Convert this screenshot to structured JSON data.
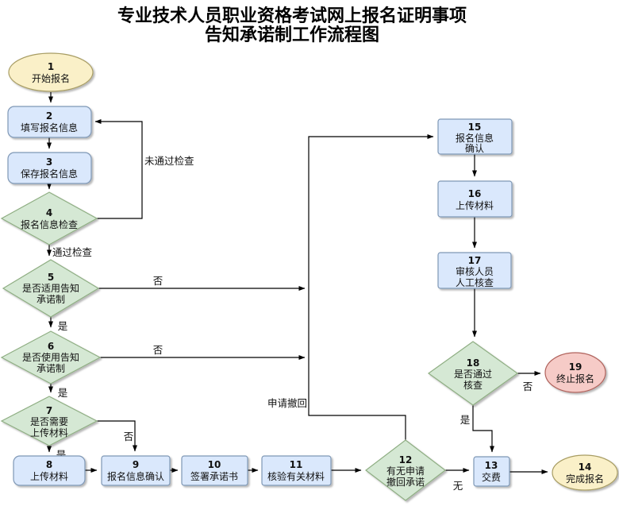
{
  "title": {
    "line1": "专业技术人员职业资格考试网上报名证明事项",
    "line2": "告知承诺制工作流程图"
  },
  "nodes": {
    "n1": {
      "num": "1",
      "lines": [
        "开始报名"
      ]
    },
    "n2": {
      "num": "2",
      "lines": [
        "填写报名信息"
      ]
    },
    "n3": {
      "num": "3",
      "lines": [
        "保存报名信息"
      ]
    },
    "n4": {
      "num": "4",
      "lines": [
        "报名信息检查"
      ]
    },
    "n5": {
      "num": "5",
      "lines": [
        "是否适用告知",
        "承诺制"
      ]
    },
    "n6": {
      "num": "6",
      "lines": [
        "是否使用告知",
        "承诺制"
      ]
    },
    "n7": {
      "num": "7",
      "lines": [
        "是否需要",
        "上传材料"
      ]
    },
    "n8": {
      "num": "8",
      "lines": [
        "上传材料"
      ]
    },
    "n9": {
      "num": "9",
      "lines": [
        "报名信息确认"
      ]
    },
    "n10": {
      "num": "10",
      "lines": [
        "签署承诺书"
      ]
    },
    "n11": {
      "num": "11",
      "lines": [
        "核验有关材料"
      ]
    },
    "n12": {
      "num": "12",
      "lines": [
        "有无申请",
        "撤回承诺"
      ]
    },
    "n13": {
      "num": "13",
      "lines": [
        "交费"
      ]
    },
    "n14": {
      "num": "14",
      "lines": [
        "完成报名"
      ]
    },
    "n15": {
      "num": "15",
      "lines": [
        "报名信息",
        "确认"
      ]
    },
    "n16": {
      "num": "16",
      "lines": [
        "上传材料"
      ]
    },
    "n17": {
      "num": "17",
      "lines": [
        "审核人员",
        "人工核查"
      ]
    },
    "n18": {
      "num": "18",
      "lines": [
        "是否通过",
        "核查"
      ]
    },
    "n19": {
      "num": "19",
      "lines": [
        "终止报名"
      ]
    }
  },
  "edge_labels": {
    "not_pass": "未通过检查",
    "pass": "通过检查",
    "yes5": "是",
    "no5": "否",
    "yes6": "是",
    "no6": "否",
    "yes7": "是",
    "no7": "否",
    "withdraw": "申请撤回",
    "none12": "无",
    "yes18": "是",
    "no18": "否"
  },
  "colors": {
    "process_fill": "#dae8fc",
    "process_stroke": "#7e97b5",
    "decision_fill": "#d5e8d4",
    "decision_stroke": "#8fae83",
    "terminal_fill": "#faf0c8",
    "terminal_stroke": "#a89d64",
    "stop_fill": "#f6cbc7",
    "stop_stroke": "#b0625b",
    "edge": "#000000"
  }
}
